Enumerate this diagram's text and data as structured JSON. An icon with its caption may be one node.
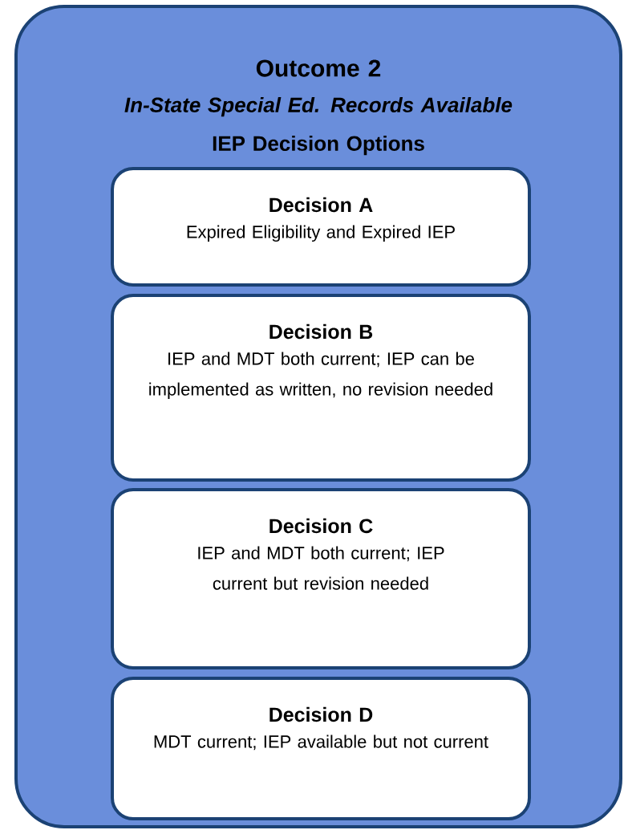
{
  "diagram": {
    "nodes": [
      {
        "text": [
          "Outcome 2",
          "In-State Special Ed. Records Available",
          "IEP Decision Options"
        ]
      },
      {
        "text": [
          "Decision A",
          "Expired Eligibility and Expired IEP"
        ],
        "in": 0
      },
      {
        "text": [
          "Decision B",
          "IEP and MDT both current; IEP can be implemented as written, no revision needed"
        ],
        "in": 0
      },
      {
        "text": [
          "Decision C",
          "IEP and MDT both current; IEP current but revision needed"
        ],
        "in": 0
      },
      {
        "text": [
          "Decision D",
          "MDT current; IEP available but not current"
        ],
        "in": 0
      }
    ]
  }
}
